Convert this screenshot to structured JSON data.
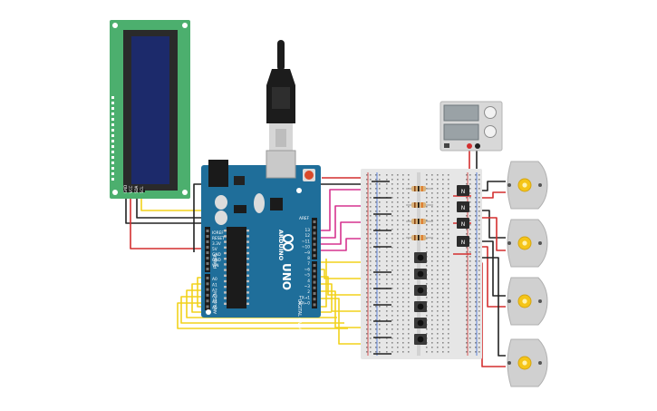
{
  "colors": {
    "wire_red": "#d32f2f",
    "wire_black": "#222222",
    "wire_yellow": "#f2d21b",
    "wire_magenta": "#d6338f",
    "arduino": "#1f6e9a",
    "lcd_pcb": "#4caf6e",
    "lcd_screen": "#1c2a6b",
    "breadboard": "#e6e6e6",
    "motor": "#d0d0d0",
    "motor_hub": "#f5c518"
  },
  "lcd": {
    "pin_labels": [
      "GND",
      "VCC",
      "SDA",
      "SCL"
    ]
  },
  "arduino": {
    "brand": "ARDUINO",
    "model": "UNO",
    "digital_label": "DIGITAL (PWM~)",
    "analog_label": "ANALOG IN",
    "power_label": "POWER",
    "aref_label": "AREF",
    "power_pins": [
      "IOREF",
      "RESET",
      "3.3V",
      "5V",
      "GND",
      "GND",
      "VIN"
    ],
    "analog_pins": [
      "A0",
      "A1",
      "A2",
      "A3",
      "A4",
      "A5"
    ],
    "digital_pins": [
      "13",
      "12",
      "~11",
      "~10",
      "~9",
      "8",
      "7",
      "~6",
      "~5",
      "4",
      "~3",
      "2",
      "TX→1",
      "RX←0"
    ]
  },
  "transistors": {
    "label": "N"
  },
  "motors": {
    "count": 4
  }
}
